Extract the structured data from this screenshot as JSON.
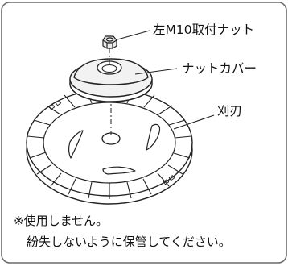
{
  "labels": {
    "nut": "左M10取付ナット",
    "nut_cover": "ナットカバー",
    "blade": "刈刃"
  },
  "note": {
    "line1": "※使用しません。",
    "line2": "紛失しないように保管してください。"
  },
  "colors": {
    "frame": "#6b6b6b",
    "line": "#222222",
    "blade_fill": "#ffffff",
    "cover_fill": "#f2f2f2"
  }
}
